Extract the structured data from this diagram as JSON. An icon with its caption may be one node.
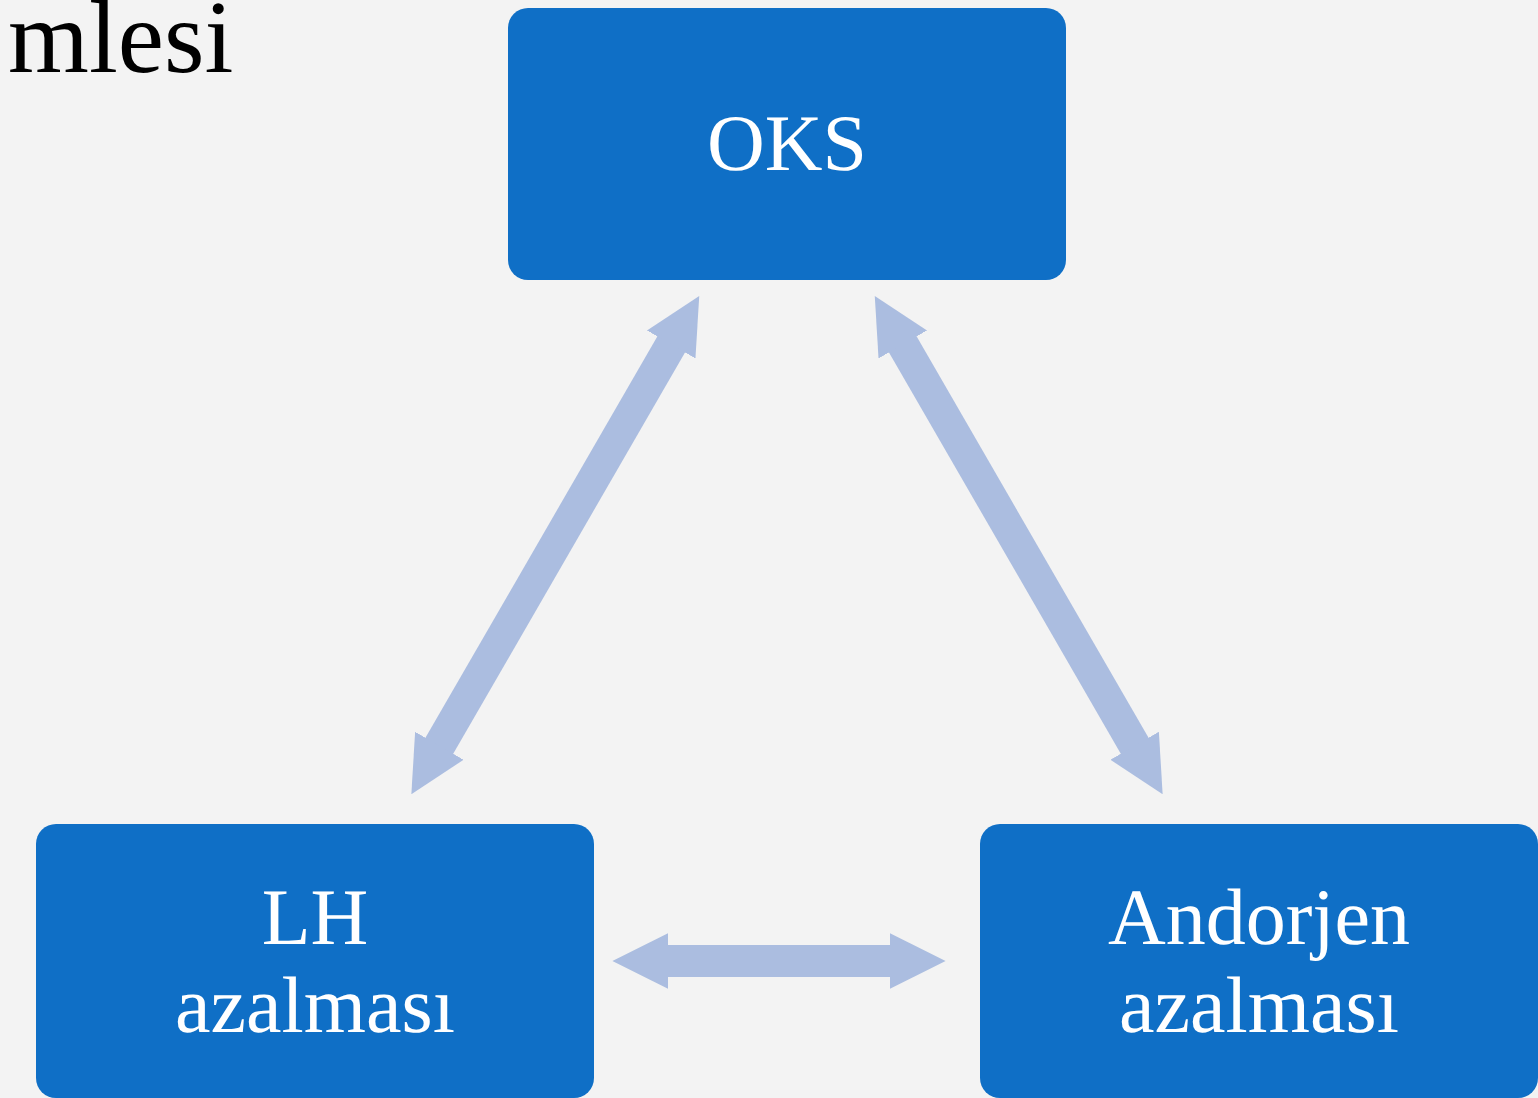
{
  "diagram": {
    "nodes": [
      {
        "text": [
          "OKS"
        ]
      },
      {
        "text": [
          "LH azalması"
        ]
      },
      {
        "text": [
          "Andorjen azalması"
        ]
      }
    ],
    "edges": [
      {
        "from": 0,
        "to": 1,
        "arrow": "both"
      },
      {
        "from": 0,
        "to": 2,
        "arrow": "both"
      },
      {
        "from": 1,
        "to": 2,
        "arrow": "both"
      }
    ],
    "labels": [
      "mlesi"
    ]
  }
}
